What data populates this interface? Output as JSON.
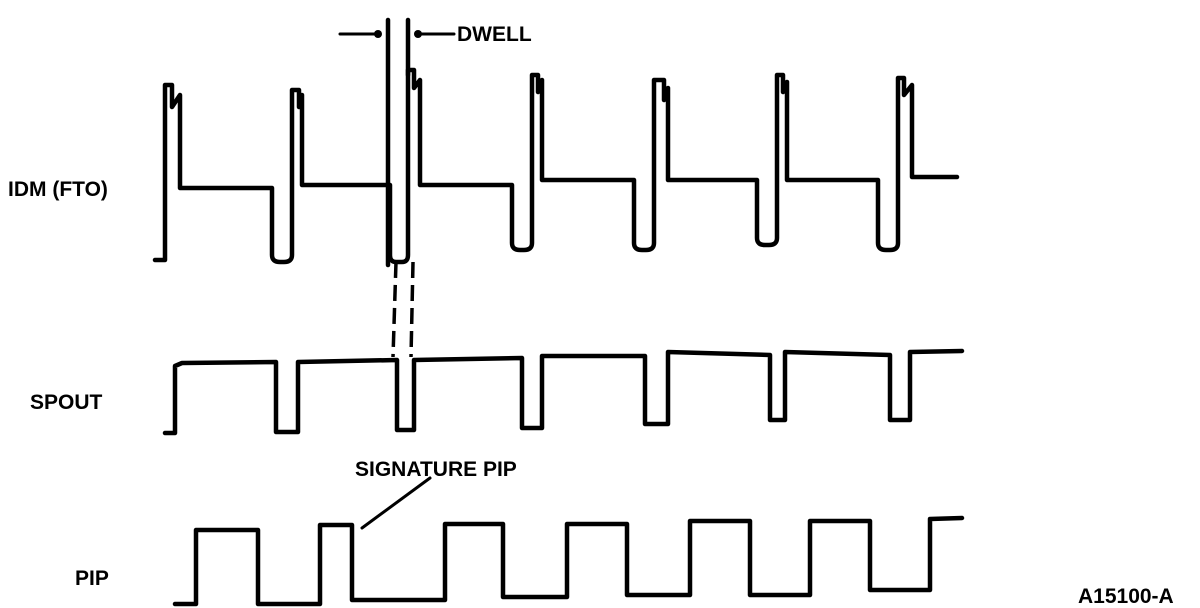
{
  "labels": {
    "idm": "IDM (FTO)",
    "spout": "SPOUT",
    "pip": "PIP",
    "dwell": "DWELL",
    "signature": "SIGNATURE PIP",
    "figure_id": "A15100-A"
  },
  "colors": {
    "ink": "#000000",
    "background": "#ffffff"
  }
}
